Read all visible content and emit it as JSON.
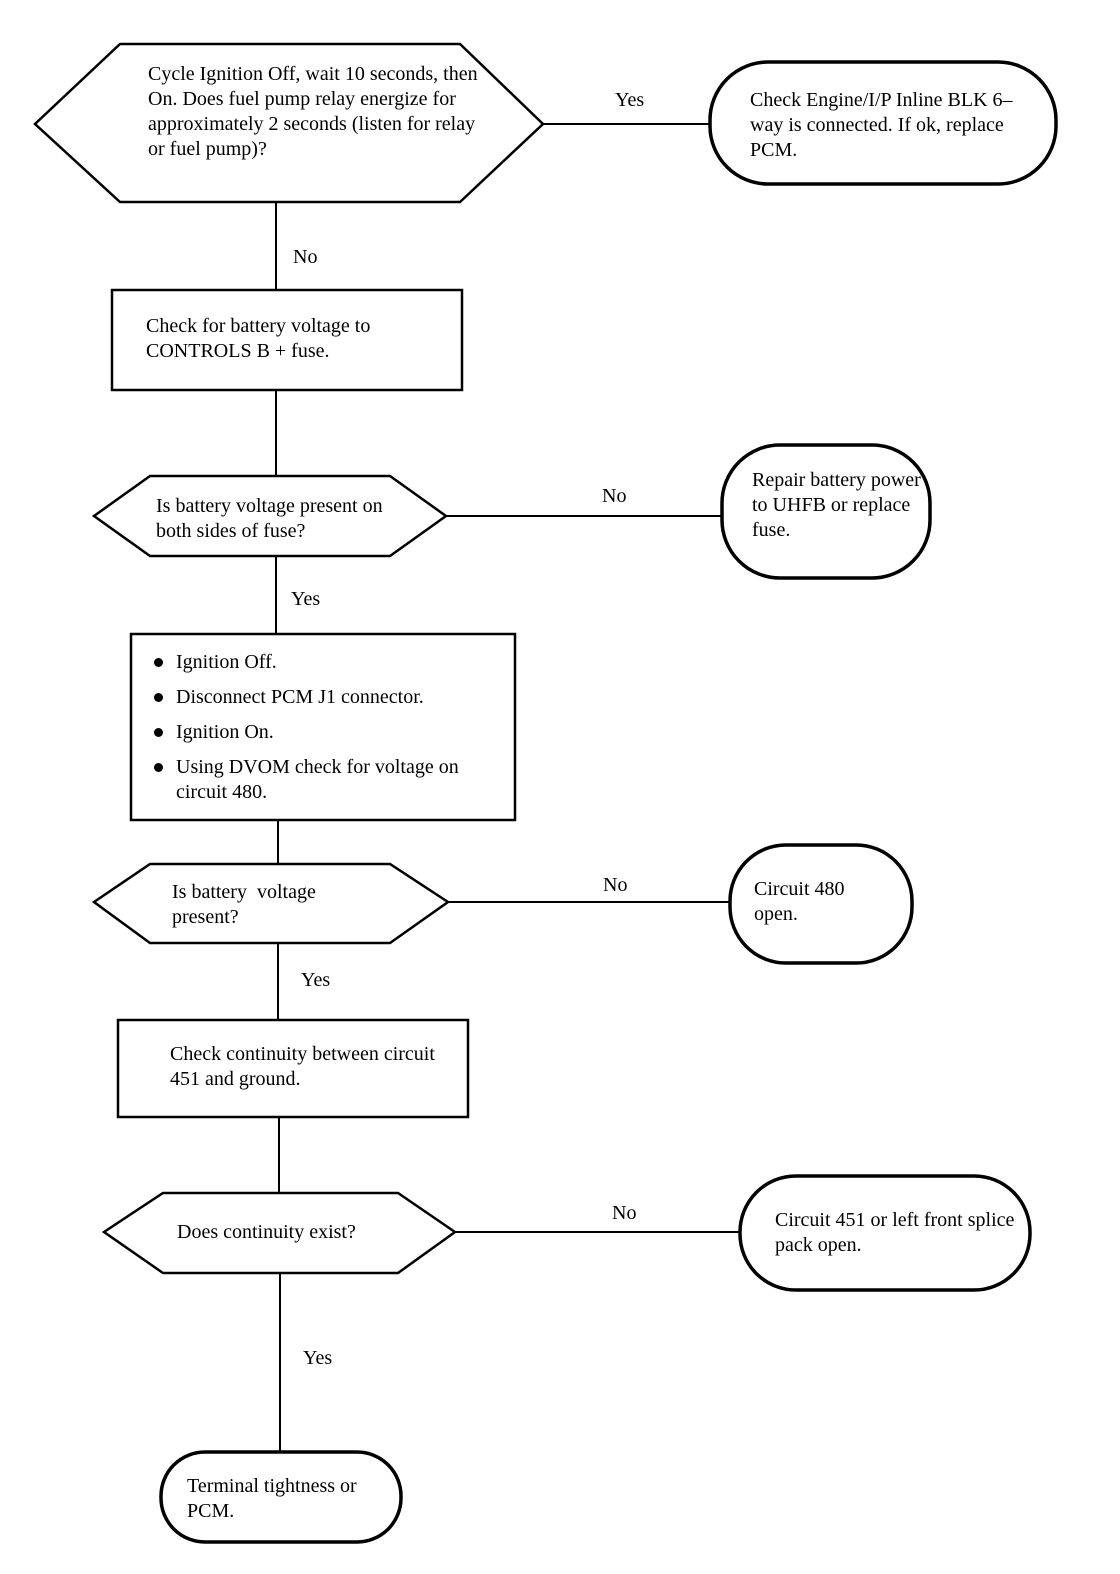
{
  "flowchart": {
    "q1": "Cycle Ignition Off, wait 10 seconds, then On. Does fuel pump relay energize for approximately 2 seconds (listen for relay or fuel pump)?",
    "q1_yes_label": "Yes",
    "q1_yes_result": "Check Engine/I/P Inline BLK 6–way is connected. If ok, replace PCM.",
    "q1_no_label": "No",
    "step1": "Check for battery voltage to CONTROLS B + fuse.",
    "q2": "Is battery voltage present on both sides of fuse?",
    "q2_no_label": "No",
    "q2_no_result": "Repair battery power to UHFB or replace fuse.",
    "q2_yes_label": "Yes",
    "step2_items": [
      "Ignition Off.",
      "Disconnect PCM J1 connector.",
      "Ignition On.",
      "Using DVOM check for voltage on circuit 480."
    ],
    "q3": "Is battery  voltage present?",
    "q3_no_label": "No",
    "q3_no_result": "Circuit 480 open.",
    "q3_yes_label": "Yes",
    "step3": "Check continuity between circuit 451 and ground.",
    "q4": "Does continuity exist?",
    "q4_no_label": "No",
    "q4_no_result": "Circuit 451 or left front splice pack open.",
    "q4_yes_label": "Yes",
    "q4_yes_result": "Terminal tightness or PCM."
  }
}
